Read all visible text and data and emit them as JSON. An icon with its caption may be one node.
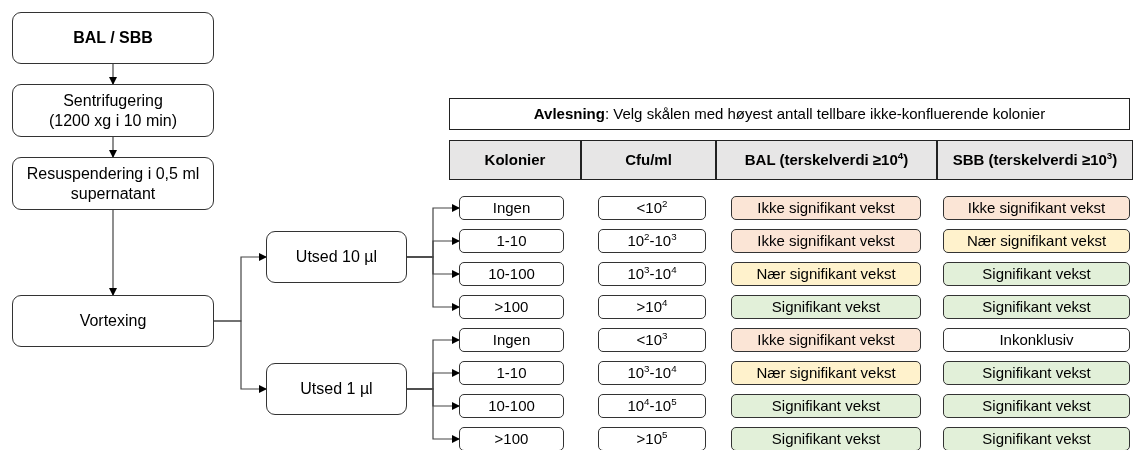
{
  "diagram": {
    "nodes": [
      {
        "text": [
          "BAL / SBB"
        ]
      },
      {
        "text": [
          "Sentrifugering (1200 xg i 10 min)"
        ]
      },
      {
        "text": [
          "Resuspendering i 0,5 ml supernatant"
        ]
      },
      {
        "text": [
          "Vortexing"
        ]
      },
      {
        "text": [
          "Utsed 10 µl"
        ]
      },
      {
        "text": [
          "Utsed 1 µl"
        ]
      },
      {
        "text": [
          "**Avlesning**: Velg skålen med høyest antall tellbare ikke-konfluerende kolonier"
        ]
      },
      {
        "text": [
          "Kolonier"
        ]
      },
      {
        "text": [
          "Cfu/ml"
        ]
      },
      {
        "text": [
          "BAL (terskelverdi ≥10$^{4}$)"
        ]
      },
      {
        "text": [
          "SBB (terskelverdi ≥10$^{3}$)"
        ]
      },
      {
        "text": [
          "Ingen"
        ]
      },
      {
        "text": [
          "<10$^{2}$"
        ]
      },
      {
        "text": [
          "Ikke signifikant vekst"
        ]
      },
      {
        "text": [
          "Ikke signifikant vekst"
        ]
      },
      {
        "text": [
          "1-10"
        ]
      },
      {
        "text": [
          "10$^{2}$-10$^{3}$"
        ]
      },
      {
        "text": [
          "Ikke signifikant vekst"
        ]
      },
      {
        "text": [
          "Nær signifikant vekst"
        ]
      },
      {
        "text": [
          "10-100"
        ]
      },
      {
        "text": [
          "10$^{3}$-10$^{4}$"
        ]
      },
      {
        "text": [
          "Nær signifikant vekst"
        ]
      },
      {
        "text": [
          "Signifikant vekst"
        ]
      },
      {
        "text": [
          ">100"
        ]
      },
      {
        "text": [
          ">10$^{4}$"
        ]
      },
      {
        "text": [
          "Signifikant vekst"
        ]
      },
      {
        "text": [
          "Signifikant vekst"
        ]
      },
      {
        "text": [
          "Ingen"
        ]
      },
      {
        "text": [
          "<10$^{3}$"
        ]
      },
      {
        "text": [
          "Ikke signifikant vekst"
        ]
      },
      {
        "text": [
          "Inkonklusiv"
        ]
      },
      {
        "text": [
          "1-10"
        ]
      },
      {
        "text": [
          "10$^{3}$-10$^{4}$"
        ]
      },
      {
        "text": [
          "Nær signifikant vekst"
        ]
      },
      {
        "text": [
          "Signifikant vekst"
        ]
      },
      {
        "text": [
          "10-100"
        ]
      },
      {
        "text": [
          "10$^{4}$-10$^{5}$"
        ]
      },
      {
        "text": [
          "Signifikant vekst"
        ]
      },
      {
        "text": [
          "Signifikant vekst"
        ]
      },
      {
        "text": [
          ">100"
        ]
      },
      {
        "text": [
          ">10$^{5}$"
        ]
      },
      {
        "text": [
          "Signifikant vekst"
        ]
      },
      {
        "text": [
          "Signifikant vekst"
        ]
      }
    ],
    "edges": [
      {
        "from": 0,
        "to": 1,
        "arrow": "to"
      },
      {
        "from": 1,
        "to": 2,
        "arrow": "to"
      },
      {
        "from": 2,
        "to": 3,
        "arrow": "to"
      },
      {
        "from": 3,
        "to": 4,
        "arrow": "to"
      },
      {
        "from": 3,
        "to": 5,
        "arrow": "to"
      },
      {
        "from": 4,
        "to": 11,
        "arrow": "to"
      },
      {
        "from": 4,
        "to": 15,
        "arrow": "to"
      },
      {
        "from": 4,
        "to": 19,
        "arrow": "to"
      },
      {
        "from": 4,
        "to": 23,
        "arrow": "to"
      },
      {
        "from": 5,
        "to": 27,
        "arrow": "to"
      },
      {
        "from": 5,
        "to": 31,
        "arrow": "to"
      },
      {
        "from": 5,
        "to": 35,
        "arrow": "to"
      },
      {
        "from": 5,
        "to": 39,
        "arrow": "to"
      }
    ]
  }
}
